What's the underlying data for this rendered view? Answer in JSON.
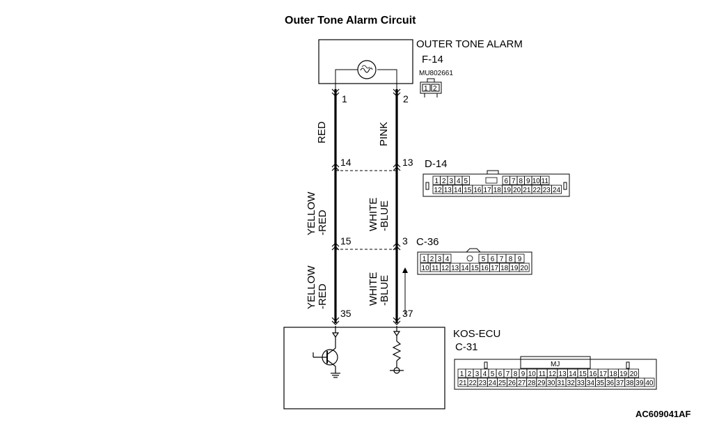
{
  "title": "Outer Tone Alarm Circuit",
  "alarm": {
    "name": "OUTER TONE ALARM",
    "connector": "F-14",
    "part_no": "MU802661",
    "pins": [
      "1",
      "2"
    ],
    "pin_left": "1",
    "pin_right": "2"
  },
  "wires": {
    "seg1_left": "RED",
    "seg1_right": "PINK",
    "seg2_left_line1": "YELLOW",
    "seg2_left_line2": "-RED",
    "seg2_right_line1": "WHITE",
    "seg2_right_line2": "-BLUE",
    "seg3_left_line1": "YELLOW",
    "seg3_left_line2": "-RED",
    "seg3_right_line1": "WHITE",
    "seg3_right_line2": "-BLUE"
  },
  "d14": {
    "name": "D-14",
    "pin_left": "14",
    "pin_right": "13",
    "row1": [
      "1",
      "2",
      "3",
      "4",
      "5",
      "6",
      "7",
      "8",
      "9",
      "10",
      "11"
    ],
    "row2": [
      "12",
      "13",
      "14",
      "15",
      "16",
      "17",
      "18",
      "19",
      "20",
      "21",
      "22",
      "23",
      "24"
    ]
  },
  "c36": {
    "name": "C-36",
    "pin_left": "15",
    "pin_right": "3",
    "row1": [
      "1",
      "2",
      "3",
      "4",
      "5",
      "6",
      "7",
      "8",
      "9"
    ],
    "row2": [
      "10",
      "11",
      "12",
      "13",
      "14",
      "15",
      "16",
      "17",
      "18",
      "19",
      "20"
    ]
  },
  "ecu": {
    "name": "KOS-ECU",
    "connector": "C-31",
    "pin_left": "35",
    "pin_right": "37",
    "tag": "MJ",
    "row1": [
      "1",
      "2",
      "3",
      "4",
      "5",
      "6",
      "7",
      "8",
      "9",
      "10",
      "11",
      "12",
      "13",
      "14",
      "15",
      "16",
      "17",
      "18",
      "19",
      "20"
    ],
    "row2": [
      "21",
      "22",
      "23",
      "24",
      "25",
      "26",
      "27",
      "28",
      "29",
      "30",
      "31",
      "32",
      "33",
      "34",
      "35",
      "36",
      "37",
      "38",
      "39",
      "40"
    ]
  },
  "figure_id": "AC609041AF"
}
